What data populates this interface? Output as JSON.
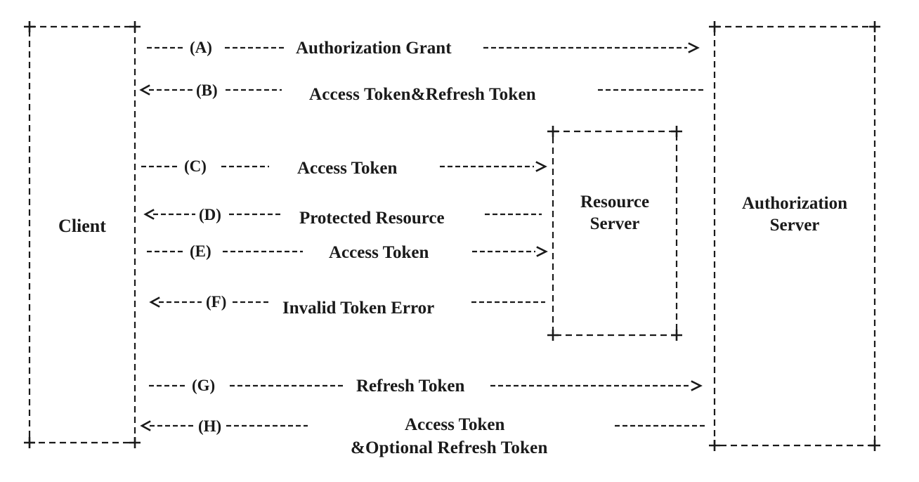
{
  "participants": {
    "client": "Client",
    "resource_server": [
      "Resource",
      "Server"
    ],
    "authorization_server": [
      "Authorization",
      "Server"
    ]
  },
  "steps": [
    {
      "marker": "(A)",
      "label": "Authorization Grant"
    },
    {
      "marker": "(B)",
      "label": "Access Token&Refresh Token"
    },
    {
      "marker": "(C)",
      "label": "Access Token"
    },
    {
      "marker": "(D)",
      "label": "Protected Resource"
    },
    {
      "marker": "(E)",
      "label": "Access Token"
    },
    {
      "marker": "(F)",
      "label": "Invalid Token Error"
    },
    {
      "marker": "(G)",
      "label": "Refresh Token"
    },
    {
      "marker": "(H)",
      "label": [
        "Access Token",
        "&Optional Refresh Token"
      ]
    }
  ]
}
